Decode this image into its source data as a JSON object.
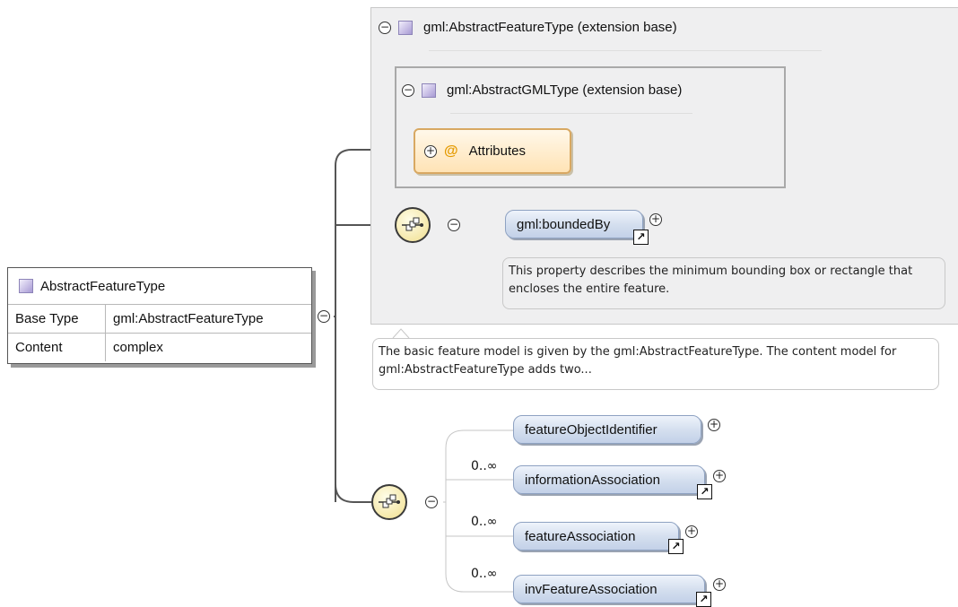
{
  "type_box": {
    "name": "AbstractFeatureType",
    "rows": [
      {
        "key": "Base Type",
        "value": "gml:AbstractFeatureType"
      },
      {
        "key": "Content",
        "value": "complex"
      }
    ]
  },
  "extension_outer": {
    "title": "gml:AbstractFeatureType (extension base)",
    "toggle": "⊖"
  },
  "extension_inner": {
    "title": "gml:AbstractGMLType (extension base)",
    "toggle": "⊖"
  },
  "attributes": {
    "symbol": "@",
    "label": "Attributes",
    "toggle": "+"
  },
  "bounded_by": {
    "label": "gml:boundedBy",
    "note": "This property describes the minimum bounding box or rectangle that encloses the entire feature."
  },
  "type_note": "The basic feature model is given by the gml:AbstractFeatureType. The content model for gml:AbstractFeatureType adds two...",
  "sequence_children": [
    {
      "label": "featureObjectIdentifier",
      "occurrence": "",
      "ref": false
    },
    {
      "label": "informationAssociation",
      "occurrence": "0..∞",
      "ref": true
    },
    {
      "label": "featureAssociation",
      "occurrence": "0..∞",
      "ref": true
    },
    {
      "label": "invFeatureAssociation",
      "occurrence": "0..∞",
      "ref": true
    }
  ],
  "symbols": {
    "collapse": "−",
    "expand": "+",
    "ref_arrow": "↗"
  },
  "colors": {
    "type_icon": "#b8addd",
    "attributes_border": "#d8a862",
    "element_pill": "#d3deee",
    "compositor": "#f4e6a4"
  }
}
